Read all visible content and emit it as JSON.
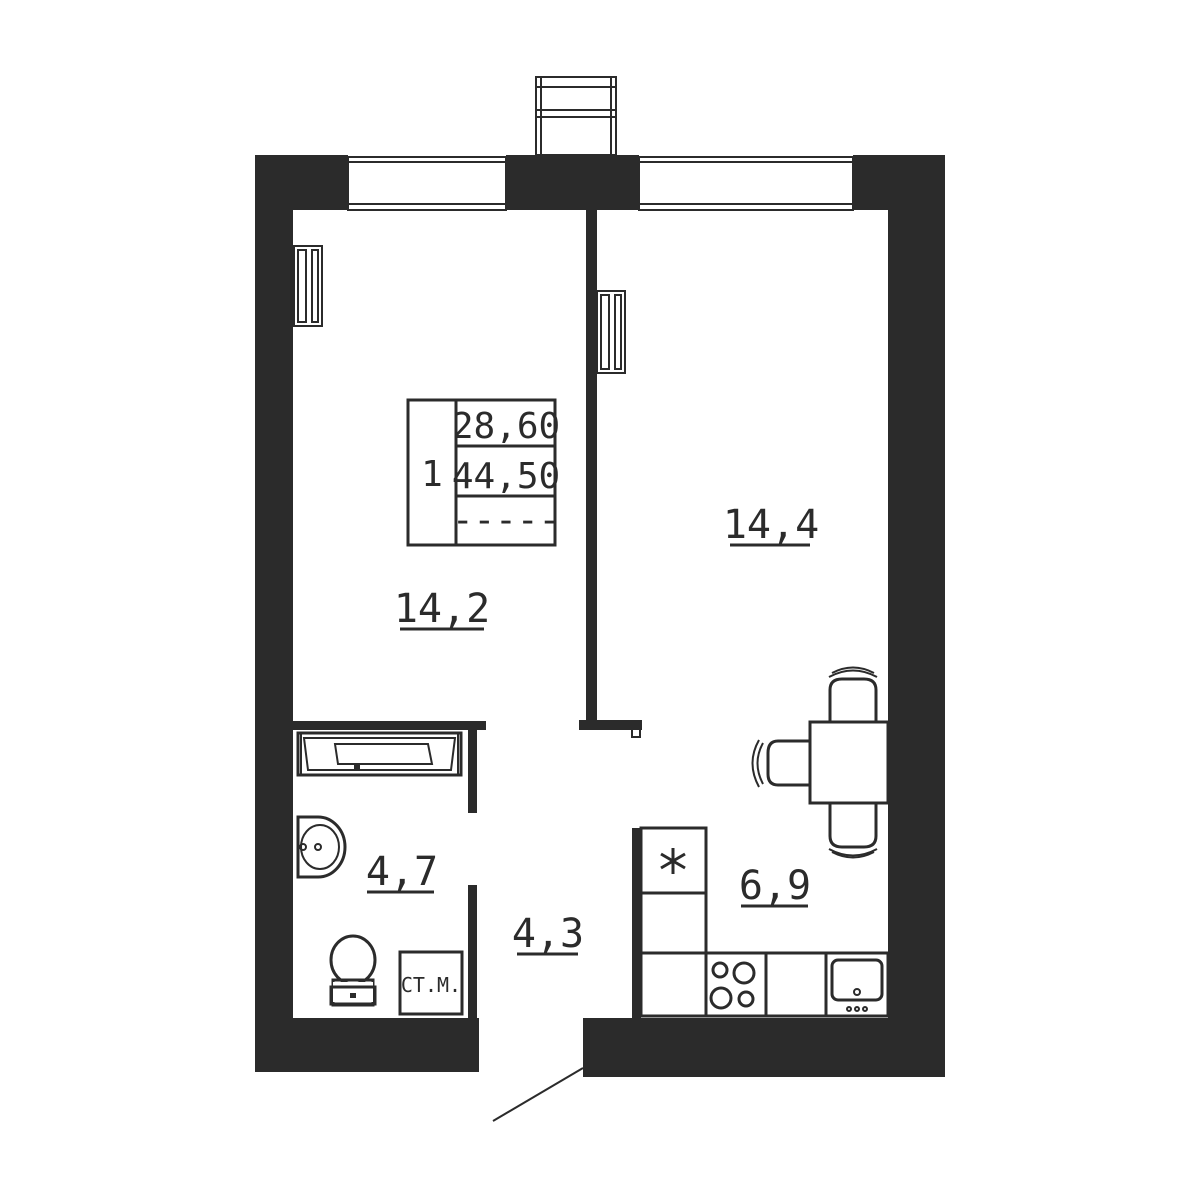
{
  "apartment": {
    "rooms_count": "1",
    "living_area": "28,60",
    "total_area": "44,50",
    "balcony_area": "-----"
  },
  "rooms": {
    "room_left_area": "14,2",
    "room_right_area": "14,4",
    "bathroom_area": "4,7",
    "hall_area": "4,3",
    "kitchen_area": "6,9"
  },
  "fixtures": {
    "washing_machine_label": "СТ.М."
  },
  "colors": {
    "wall": "#2b2b2b",
    "background": "#ffffff"
  }
}
